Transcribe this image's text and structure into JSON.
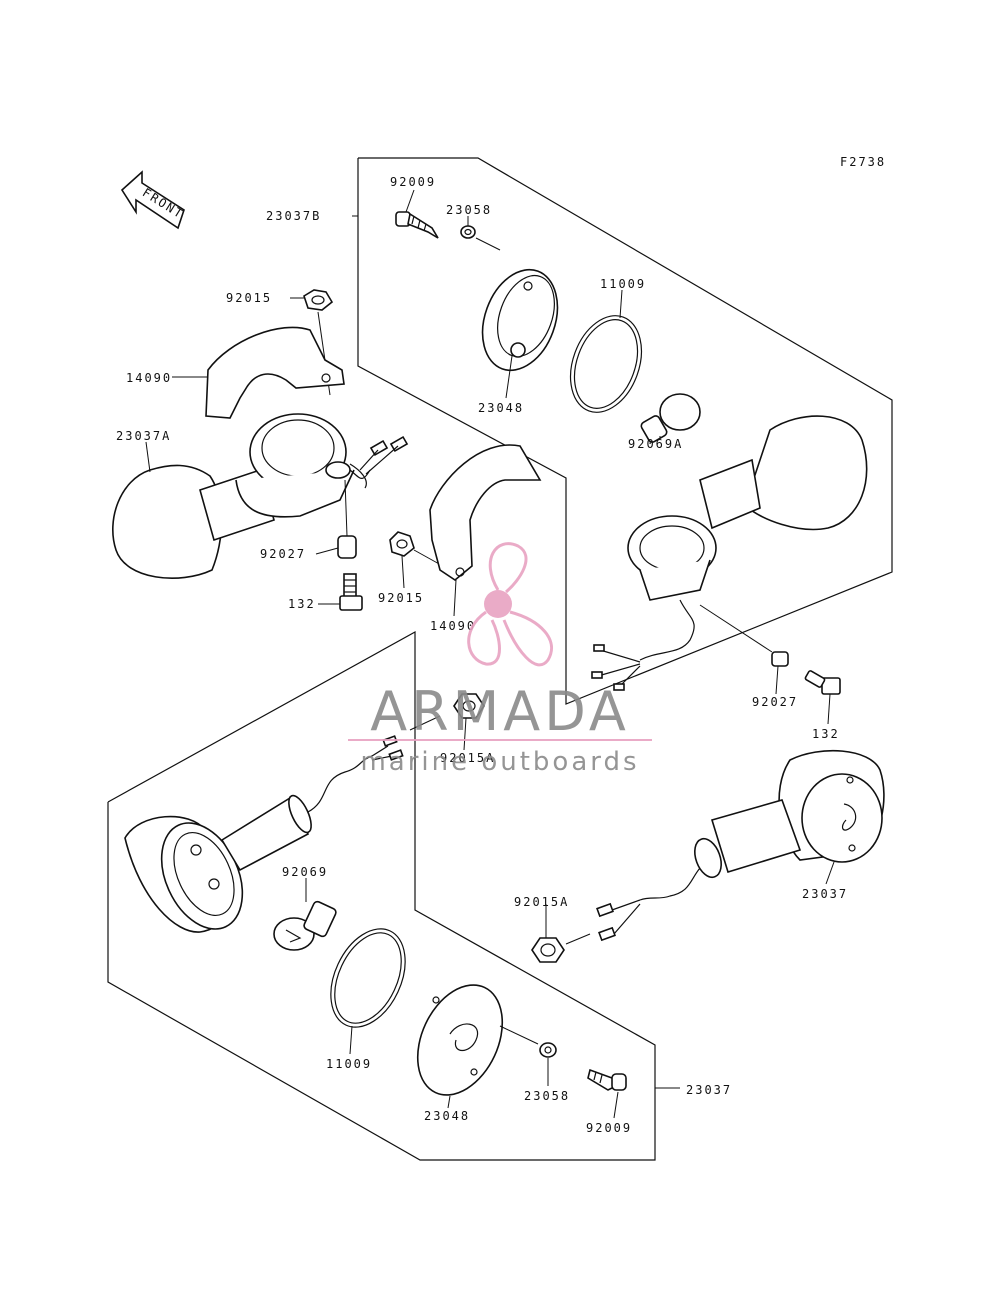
{
  "figure_code": "F2738",
  "front_arrow_text": "FRONT",
  "labels": {
    "p23037B": "23037B",
    "p92009_top": "92009",
    "p23058_top": "23058",
    "p11009_top": "11009",
    "p92015_top": "92015",
    "p14090_top": "14090",
    "p23037A": "23037A",
    "p23048_top": "23048",
    "p92069A": "92069A",
    "p92027_left": "92027",
    "p92015_mid": "92015",
    "p132_left": "132",
    "p14090_mid": "14090",
    "p92027_right": "92027",
    "p132_right": "132",
    "p92015A_mid": "92015A",
    "p92069": "92069",
    "p23037_right": "23037",
    "p92015A_low": "92015A",
    "p11009_low": "11009",
    "p23048_low": "23048",
    "p23058_low": "23058",
    "p92009_low": "92009",
    "p23037_bottom": "23037"
  },
  "watermark": {
    "brand": "ARMADA",
    "tagline": "marine outboards",
    "logo_color": "#e8a2c2",
    "text_color": "#8a8a8a"
  }
}
